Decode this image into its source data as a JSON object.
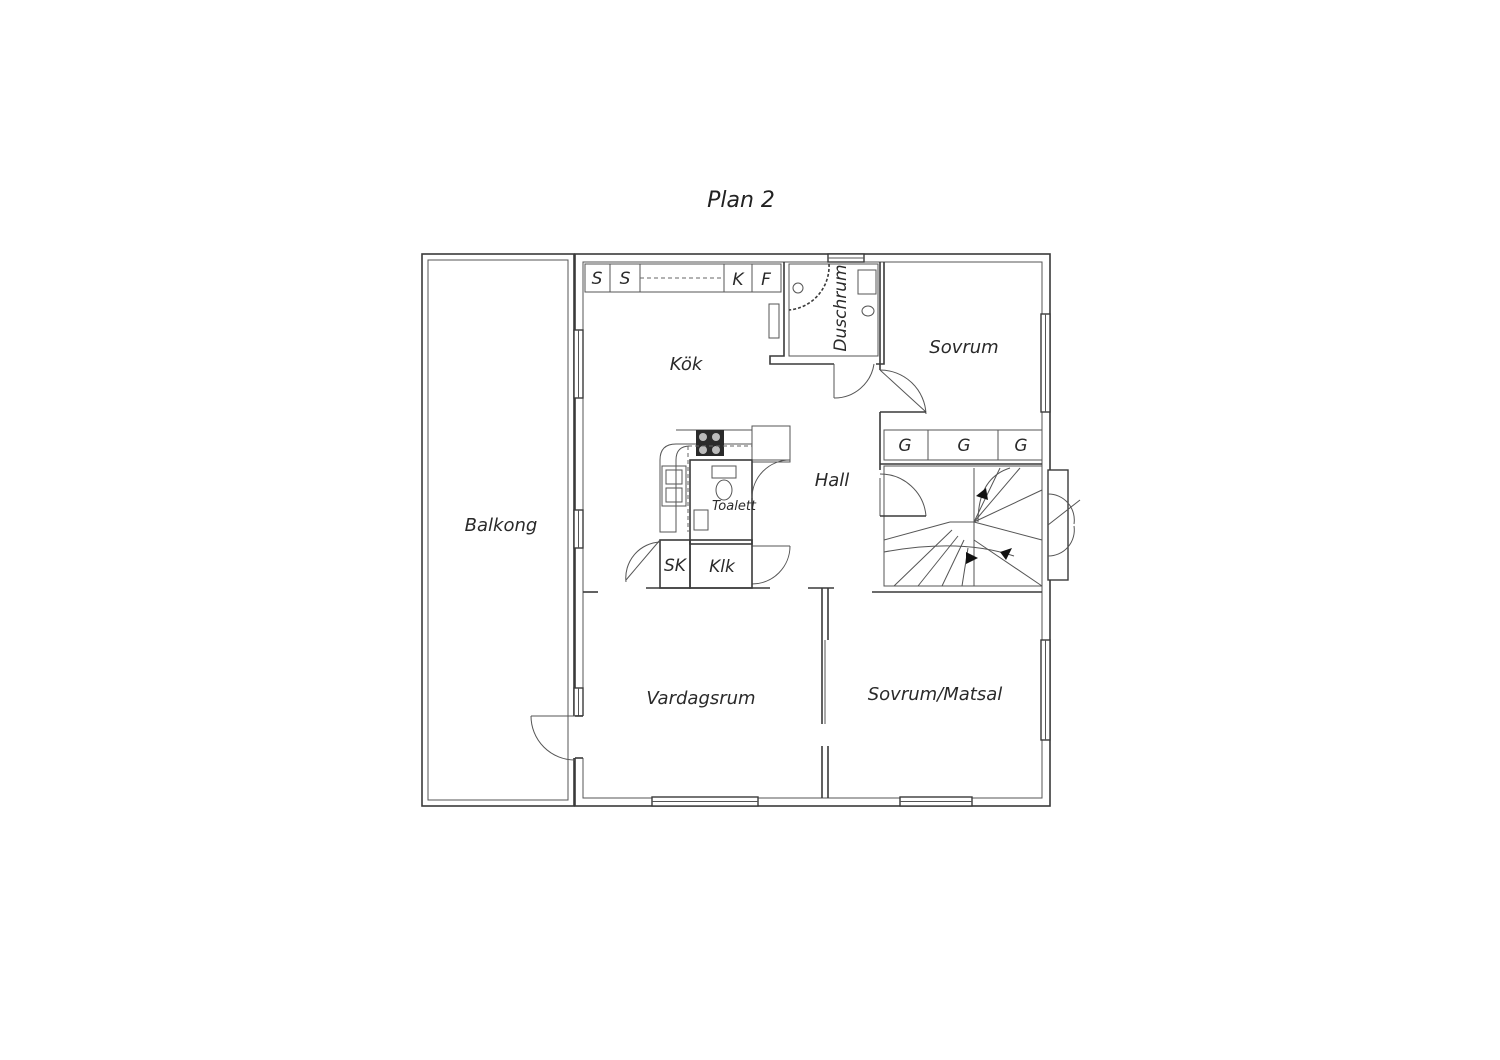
{
  "title": "Plan 2",
  "rooms": {
    "balkong": "Balkong",
    "kok": "Kök",
    "duschrum": "Duschrum",
    "sovrum": "Sovrum",
    "hall": "Hall",
    "toalett": "Toalett",
    "sk": "SK",
    "klk": "Klk",
    "vardagsrum": "Vardagsrum",
    "sovrum_matsal": "Sovrum/Matsal"
  },
  "fixtures": {
    "kitchen_units": [
      "S",
      "S",
      "K",
      "F"
    ],
    "wardrobes": [
      "G",
      "G",
      "G"
    ]
  }
}
